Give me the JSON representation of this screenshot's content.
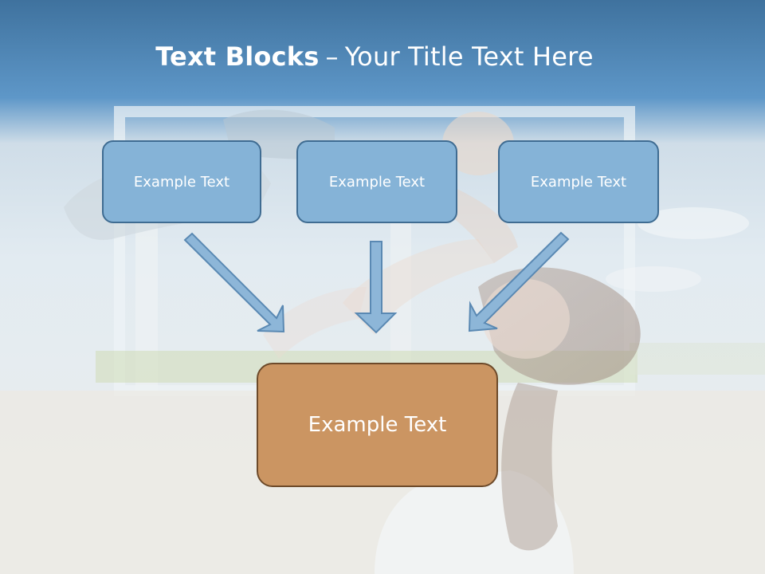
{
  "title": {
    "bold": "Text Blocks",
    "separator": "–",
    "rest": "Your Title Text Here"
  },
  "blocks": [
    {
      "label": "Example Text"
    },
    {
      "label": "Example Text"
    },
    {
      "label": "Example Text"
    }
  ],
  "target": {
    "label": "Example Text"
  },
  "colors": {
    "header_blue": "#4a7fae",
    "box_blue": "#85b3d7",
    "box_blue_border": "#3f6c92",
    "box_brown": "#cb9562",
    "box_brown_border": "#6d4a2a",
    "arrow_fill": "#8db6d8",
    "arrow_stroke": "#5a89b3"
  }
}
